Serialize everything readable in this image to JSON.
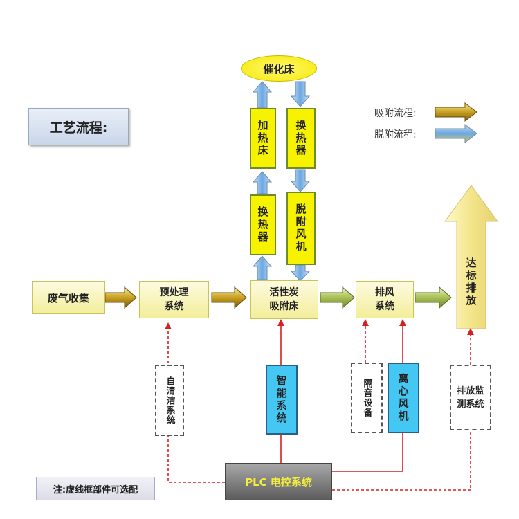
{
  "title": "工艺流程:",
  "legend": {
    "adsorption": "吸附流程:",
    "desorption": "脱附流程:"
  },
  "nodes": {
    "catalytic_bed": "催化床",
    "heating_bed": "加热床",
    "heat_exchanger_top": "换热器",
    "heat_exchanger_mid": "换热器",
    "desorption_fan": "脱附风机",
    "waste_gas_collection": "废气收集",
    "pretreatment": "预处理\n系统",
    "activated_carbon": "活性炭\n吸附床",
    "exhaust_fan": "排风\n系统",
    "emission": "达标排放",
    "self_cleaning": "自清洁系统",
    "smart_system": "智能系统",
    "sound_insulation": "隔音设备",
    "centrifugal_fan": "离心风机",
    "emission_monitoring": "排放监测系统",
    "plc": "PLC 电控系统"
  },
  "note": "注:虚线框部件可选配",
  "colors": {
    "adsorption_arrow": "#c8a020",
    "desorption_arrow": "#6aa8e0",
    "red_line": "#d42020"
  }
}
